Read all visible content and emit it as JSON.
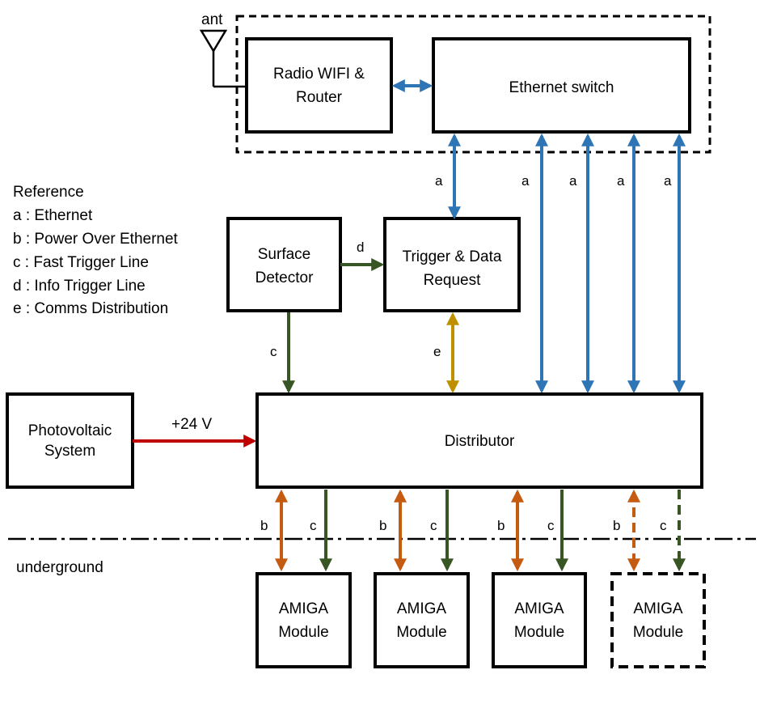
{
  "legend": {
    "title": "Reference",
    "items": [
      "a : Ethernet",
      "b : Power Over Ethernet",
      "c : Fast Trigger Line",
      "d : Info Trigger Line",
      "e : Comms Distribution"
    ]
  },
  "antenna_label": "ant",
  "underground_label": "underground",
  "voltage_label": "+24 V",
  "boxes": {
    "radio": [
      "Radio WIFI &",
      "Router"
    ],
    "switch": [
      "Ethernet switch"
    ],
    "surface": [
      "Surface",
      "Detector"
    ],
    "trigger": [
      "Trigger & Data",
      "Request"
    ],
    "photovoltaic": [
      "Photovoltaic",
      "System"
    ],
    "distributor": [
      "Distributor"
    ],
    "amiga1": [
      "AMIGA",
      "Module"
    ],
    "amiga2": [
      "AMIGA",
      "Module"
    ],
    "amiga3": [
      "AMIGA",
      "Module"
    ],
    "amiga4": [
      "AMIGA",
      "Module"
    ]
  },
  "edge_labels": {
    "a": "a",
    "b": "b",
    "c": "c",
    "d": "d",
    "e": "e"
  },
  "colors": {
    "ethernet": "#2e75b6",
    "power_over_ethernet": "#c55a11",
    "fast_trigger": "#375623",
    "info_trigger": "#375623",
    "comms_distribution": "#bf9000",
    "power_supply": "#c00000"
  }
}
